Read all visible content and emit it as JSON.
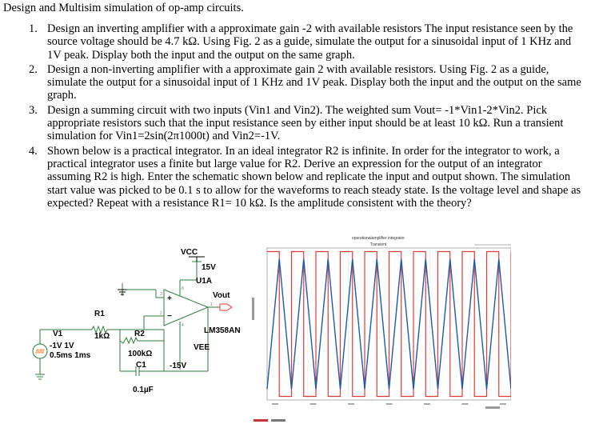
{
  "document": {
    "title": "Design and Multisim simulation of op-amp circuits.",
    "items": [
      {
        "number": "1.",
        "text": "Design an inverting amplifier with a approximate gain -2 with available resistors The input resistance seen by the source voltage should be 4.7 kΩ. Using Fig. 2 as a guide, simulate the output for a sinusoidal input of 1 KHz and 1V peak. Display both the input and the output on the same graph."
      },
      {
        "number": "2.",
        "text": "Design a non-inverting amplifier with a approximate gain 2 with available resistors.  Using Fig. 2 as a guide, simulate the output for a sinusoidal input of 1 KHz and 1V peak. Display both the input and the output on the same graph."
      },
      {
        "number": "3.",
        "text": "Design a summing circuit with two inputs (Vin1 and Vin2).  The weighted sum Vout= -1*Vin1-2*Vin2.  Pick appropriate resistors such that the input resistance seen by either input should be at least 10 kΩ.  Run a transient simulation for Vin1=2sin(2π1000t) and Vin2=-1V."
      },
      {
        "number": "4.",
        "text": "Shown below is a practical integrator. In an ideal integrator R2 is infinite. In order for the integrator to work, a practical integrator uses a finite but large value for R2. Derive an expression for the output of an integrator assuming R2 is high.  Enter the schematic shown below and replicate the input and output shown.  The simulation start value was picked to be 0.1 s to allow for the waveforms to reach steady state. Is the voltage level and shape as expected?  Repeat with a resistance R1= 10 kΩ.  Is the amplitude consistent with the theory?"
      }
    ]
  },
  "schematic": {
    "vcc_label": "VCC",
    "vcc_value": "15V",
    "opamp_ref": "U1A",
    "opamp_part": "LM358AN",
    "vout_label": "Vout",
    "vee_label": "VEE",
    "vee_value": "-15V",
    "r1_name": "R1",
    "r1_value": "1kΩ",
    "r2_name": "R2",
    "r2_value": "100kΩ",
    "c1_name": "C1",
    "c1_value": "0.1µF",
    "v1_name": "V1",
    "v1_amplitude": "-1V 1V",
    "v1_period": "0.5ms 1ms",
    "pin_3": "3",
    "pin_2": "2",
    "pin_1": "1",
    "pin_8": "8",
    "pin_4": "4",
    "plus_sign": "+",
    "minus_sign": "−"
  },
  "plot": {
    "title": "operationalamplifier integrator",
    "subtitle": "Transient",
    "colors": {
      "square": "#e53935",
      "triangle": "#1e5aa8"
    },
    "wave": {
      "cycles": 10,
      "square_low": -1,
      "square_high": 1,
      "triangle_low": -0.9,
      "triangle_high": 0.9
    }
  }
}
